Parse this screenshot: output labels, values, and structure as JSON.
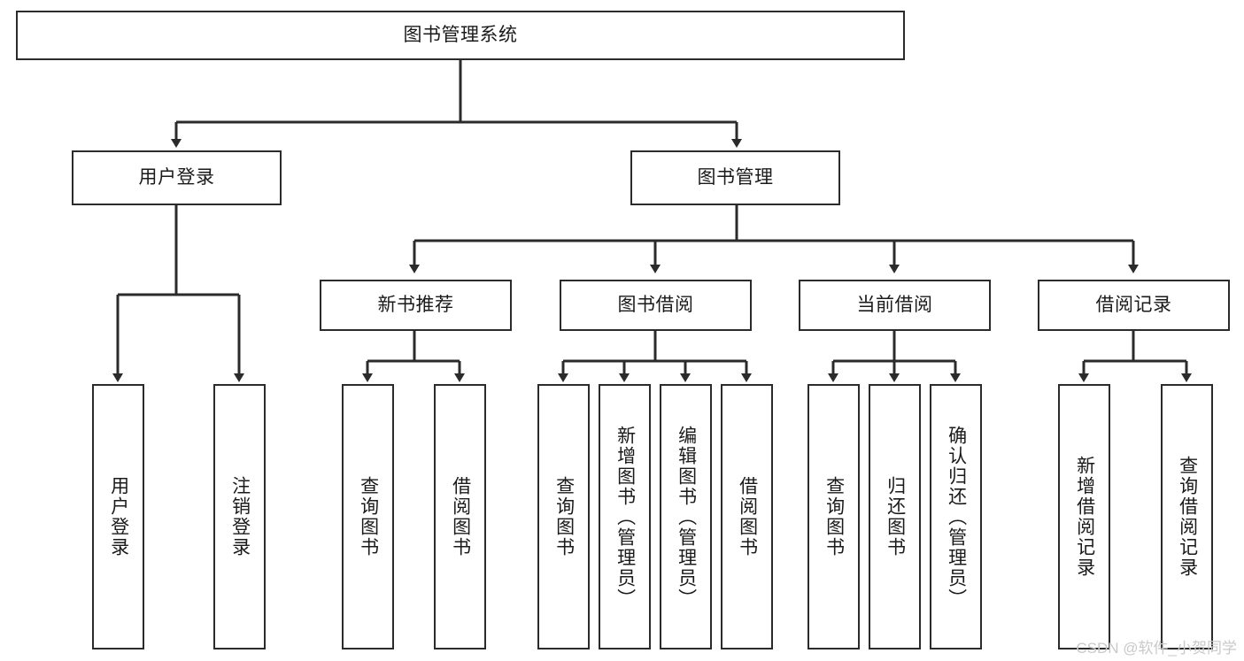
{
  "diagram": {
    "type": "tree-hierarchy",
    "title": "图书管理系统",
    "watermark": "CSDN @软件_小贺同学",
    "colors": {
      "background": "#ffffff",
      "stroke": "#2b2b2b",
      "text": "#1a1a1a",
      "watermark": "#c9c9c9"
    },
    "nodes": {
      "root": {
        "label": "图书管理系统",
        "orientation": "horizontal"
      },
      "level2": [
        {
          "id": "user-login",
          "label": "用户登录",
          "orientation": "horizontal"
        },
        {
          "id": "book-management",
          "label": "图书管理",
          "orientation": "horizontal"
        }
      ],
      "level3": [
        {
          "id": "new-book-recommend",
          "label": "新书推荐",
          "orientation": "horizontal"
        },
        {
          "id": "book-borrow",
          "label": "图书借阅",
          "orientation": "horizontal"
        },
        {
          "id": "current-borrow",
          "label": "当前借阅",
          "orientation": "horizontal"
        },
        {
          "id": "borrow-record",
          "label": "借阅记录",
          "orientation": "horizontal"
        }
      ],
      "leaves": [
        {
          "id": "leaf-user-login",
          "label": "用户登录",
          "orientation": "vertical",
          "parent": "user-login"
        },
        {
          "id": "leaf-user-logout",
          "label": "注销登录",
          "orientation": "vertical",
          "parent": "user-login"
        },
        {
          "id": "leaf-query-book-1",
          "label": "查询图书",
          "orientation": "vertical",
          "parent": "new-book-recommend"
        },
        {
          "id": "leaf-borrow-book-1",
          "label": "借阅图书",
          "orientation": "vertical",
          "parent": "new-book-recommend"
        },
        {
          "id": "leaf-query-book-2",
          "label": "查询图书",
          "orientation": "vertical",
          "parent": "book-borrow"
        },
        {
          "id": "leaf-add-book",
          "label": "新增图书（管理员）",
          "orientation": "vertical",
          "parent": "book-borrow"
        },
        {
          "id": "leaf-edit-book",
          "label": "编辑图书（管理员）",
          "orientation": "vertical",
          "parent": "book-borrow"
        },
        {
          "id": "leaf-borrow-book-2",
          "label": "借阅图书",
          "orientation": "vertical",
          "parent": "book-borrow"
        },
        {
          "id": "leaf-query-book-3",
          "label": "查询图书",
          "orientation": "vertical",
          "parent": "current-borrow"
        },
        {
          "id": "leaf-return-book",
          "label": "归还图书",
          "orientation": "vertical",
          "parent": "current-borrow"
        },
        {
          "id": "leaf-confirm-return",
          "label": "确认归还（管理员）",
          "orientation": "vertical",
          "parent": "current-borrow"
        },
        {
          "id": "leaf-add-record",
          "label": "新增借阅记录",
          "orientation": "vertical",
          "parent": "borrow-record"
        },
        {
          "id": "leaf-query-record",
          "label": "查询借阅记录",
          "orientation": "vertical",
          "parent": "borrow-record"
        }
      ]
    }
  }
}
